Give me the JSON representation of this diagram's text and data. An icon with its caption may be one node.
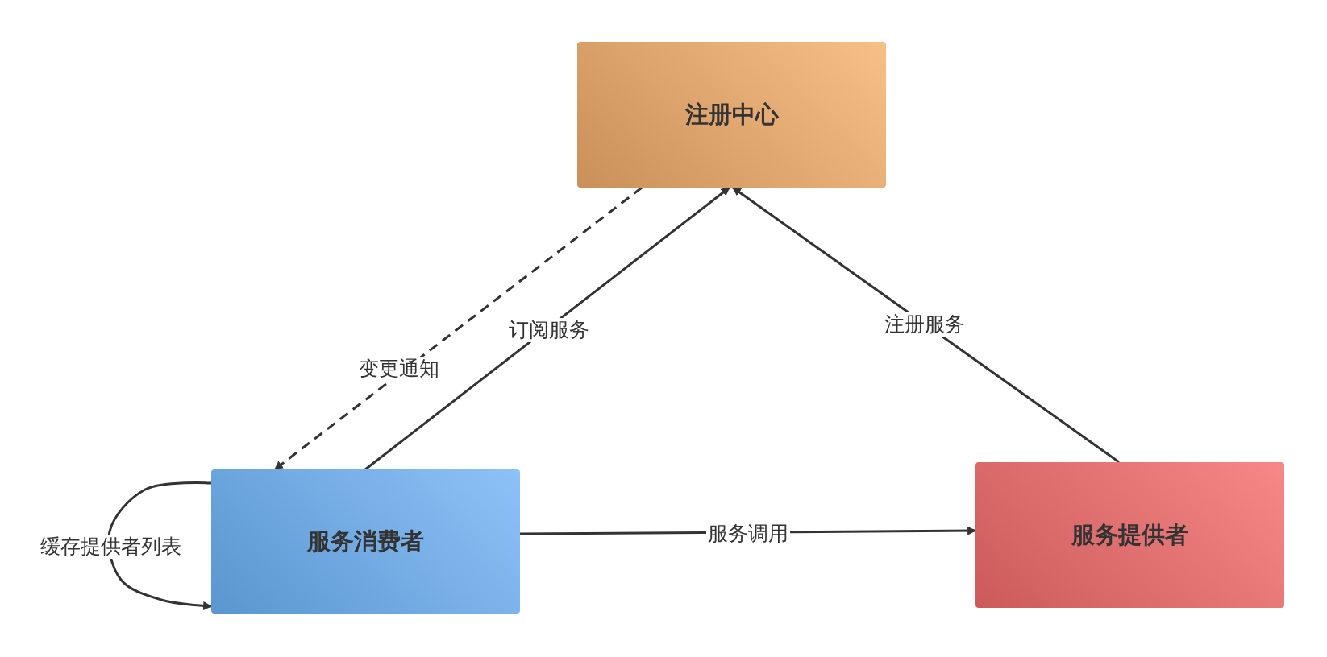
{
  "diagram": {
    "nodes": [
      {
        "text": [
          "注册中心"
        ]
      },
      {
        "text": [
          "服务消费者"
        ]
      },
      {
        "text": [
          "服务提供者"
        ]
      }
    ],
    "edges": [
      {
        "from": 0,
        "to": 1,
        "arrow": "to",
        "label": "变更通知",
        "style": "dashed"
      },
      {
        "from": 1,
        "to": 0,
        "arrow": "to",
        "label": "订阅服务"
      },
      {
        "from": 2,
        "to": 0,
        "arrow": "to",
        "label": "注册服务"
      },
      {
        "from": 1,
        "to": 2,
        "arrow": "to",
        "label": "服务调用"
      },
      {
        "from": 1,
        "to": 1,
        "arrow": "to",
        "label": "缓存提供者列表"
      }
    ]
  }
}
